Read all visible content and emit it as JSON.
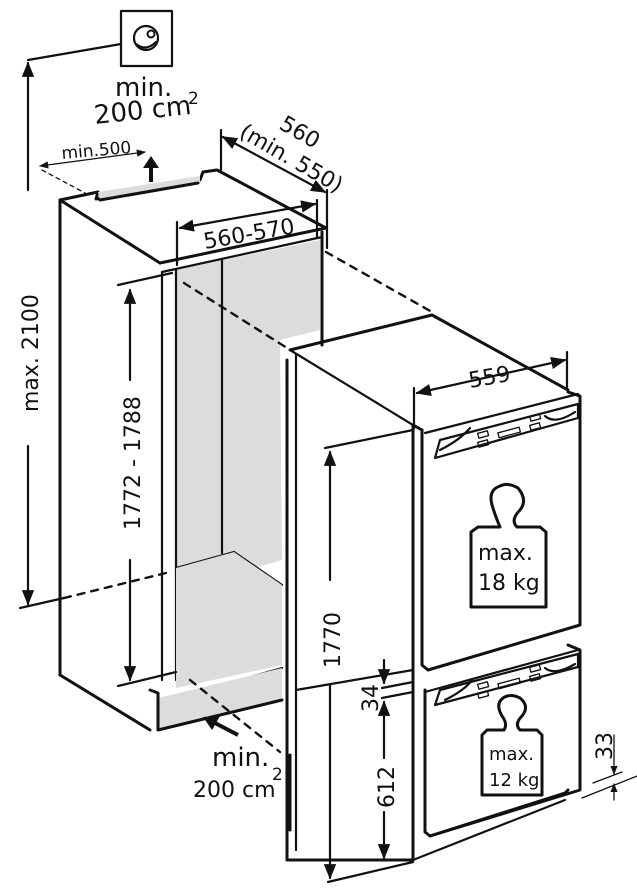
{
  "diagram": {
    "type": "built-in refrigerator installation dimensions",
    "units": "mm",
    "labels": {
      "vent_top_min": "min.",
      "vent_top_area": "200 cm",
      "vent_top_sup": "2",
      "vent_bottom_min": "min.",
      "vent_bottom_area": "200 cm",
      "vent_bottom_sup": "2",
      "top_clearance": "min.500",
      "niche_depth": "560",
      "niche_depth_min": "(min. 550)",
      "niche_width": "560-570",
      "max_height": "max. 2100",
      "niche_height": "1772 - 1788",
      "appliance_width": "559",
      "appliance_height": "1770",
      "gap_between_doors": "34",
      "lower_door_height": "612",
      "bottom_offset": "33",
      "upper_door_weight_line1": "max.",
      "upper_door_weight_line2": "18 kg",
      "lower_door_weight_line1": "max.",
      "lower_door_weight_line2": "12 kg"
    },
    "icons": {
      "socket": "power-socket-icon",
      "upper_weight": "weight-icon",
      "lower_weight": "weight-icon",
      "vent_up_arrow": "arrow-up-icon",
      "vent_in_arrow": "arrow-diagonal-icon"
    },
    "colors": {
      "line": "#111111",
      "fill_gray": "#dcdcdc",
      "background": "#ffffff"
    }
  }
}
